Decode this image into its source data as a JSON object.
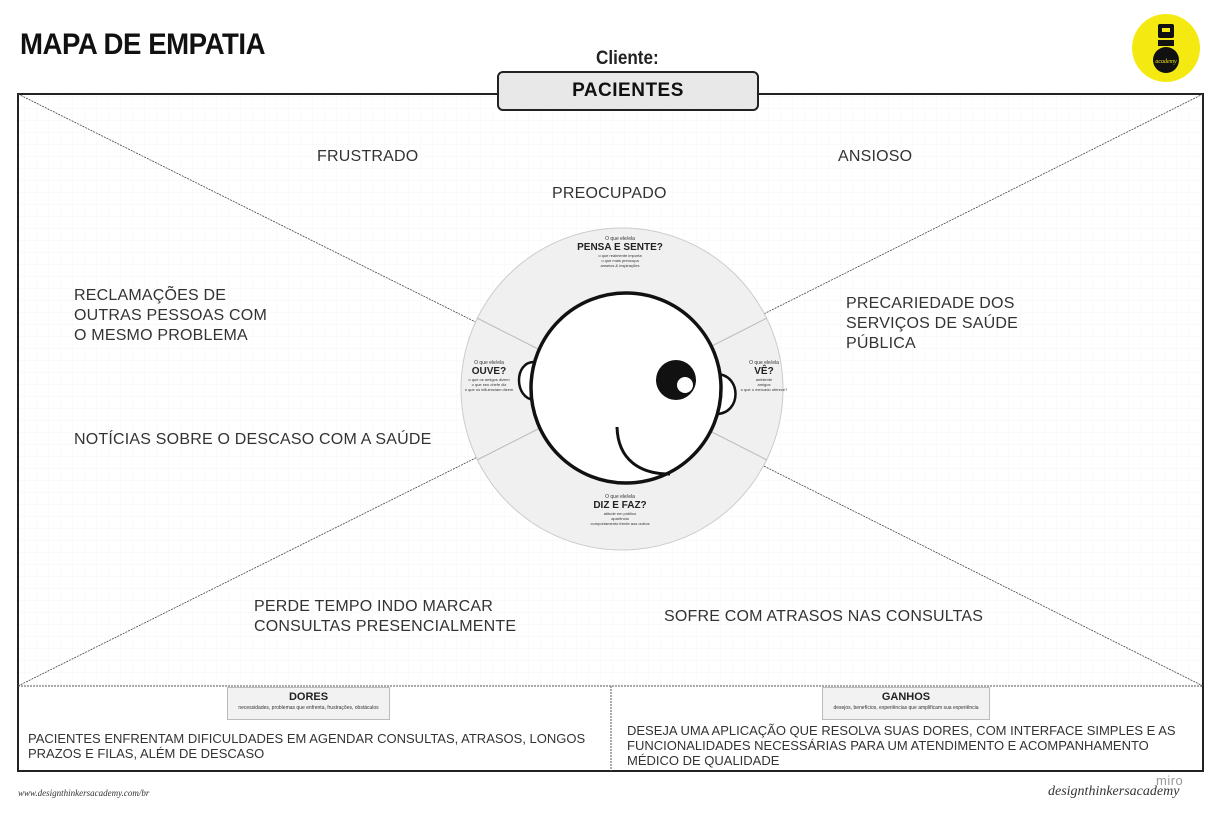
{
  "header": {
    "title": "MAPA DE EMPATIA",
    "client_label": "Cliente:",
    "client_name": "PACIENTES"
  },
  "map": {
    "pensa_e_sente": [
      "FRUSTRADO",
      "ANSIOSO",
      "PREOCUPADO"
    ],
    "ouve": [
      "RECLAMAÇÕES DE\nOUTRAS PESSOAS COM\nO MESMO PROBLEMA",
      "NOTÍCIAS SOBRE O DESCASO COM A SAÚDE"
    ],
    "ve": [
      "PRECARIEDADE DOS\nSERVIÇOS DE SAÚDE\nPÚBLICA"
    ],
    "diz_e_faz": [
      "PERDE TEMPO INDO MARCAR\nCONSULTAS PRESENCIALMENTE",
      "SOFRE COM ATRASOS NAS CONSULTAS"
    ]
  },
  "circle": {
    "top": {
      "pre": "O que ele/ela",
      "title": "PENSA E SENTE?",
      "desc": "o que realmente importa\no que mais preocupa\nanseios & inspirações"
    },
    "left": {
      "pre": "O que ele/ela",
      "title": "OUVE?",
      "desc": "o que os amigos dizem\no que seu chefe diz\no que os influenciam dizem"
    },
    "right": {
      "pre": "O que ele/ela",
      "title": "VÊ?",
      "desc": "ambiente\namigos\no que o mercado oferece?"
    },
    "bottom": {
      "pre": "O que ele/ela",
      "title": "DIZ E FAZ?",
      "desc": "atitude em público\naparência\ncomportamento frente aos outros"
    }
  },
  "dores": {
    "title": "DORES",
    "subtitle": "necessidades, problemas que enfrenta, frustrações, obstáculos",
    "text": "PACIENTES ENFRENTAM DIFICULDADES EM AGENDAR CONSULTAS, ATRASOS, LONGOS\nPRAZOS E FILAS, ALÉM DE DESCASO"
  },
  "ganhos": {
    "title": "GANHOS",
    "subtitle": "desejos, benefícios, experiências que amplificam sua experiência",
    "text": "DESEJA UMA APLICAÇÃO QUE RESOLVA SUAS DORES, COM INTERFACE SIMPLES E AS\nFUNCIONALIDADES NECESSÁRIAS PARA UM ATENDIMENTO E ACOMPANHAMENTO\nMÉDICO DE QUALIDADE"
  },
  "footer": {
    "url": "www.designthinkersacademy.com/br",
    "brand": "designthinkersacademy",
    "watermark": "miro",
    "logo_text": "academy"
  },
  "colors": {
    "logo_yellow": "#f4ea12",
    "client_box_bg": "#e8e8e8",
    "circle_bg": "#f0f0f0"
  }
}
